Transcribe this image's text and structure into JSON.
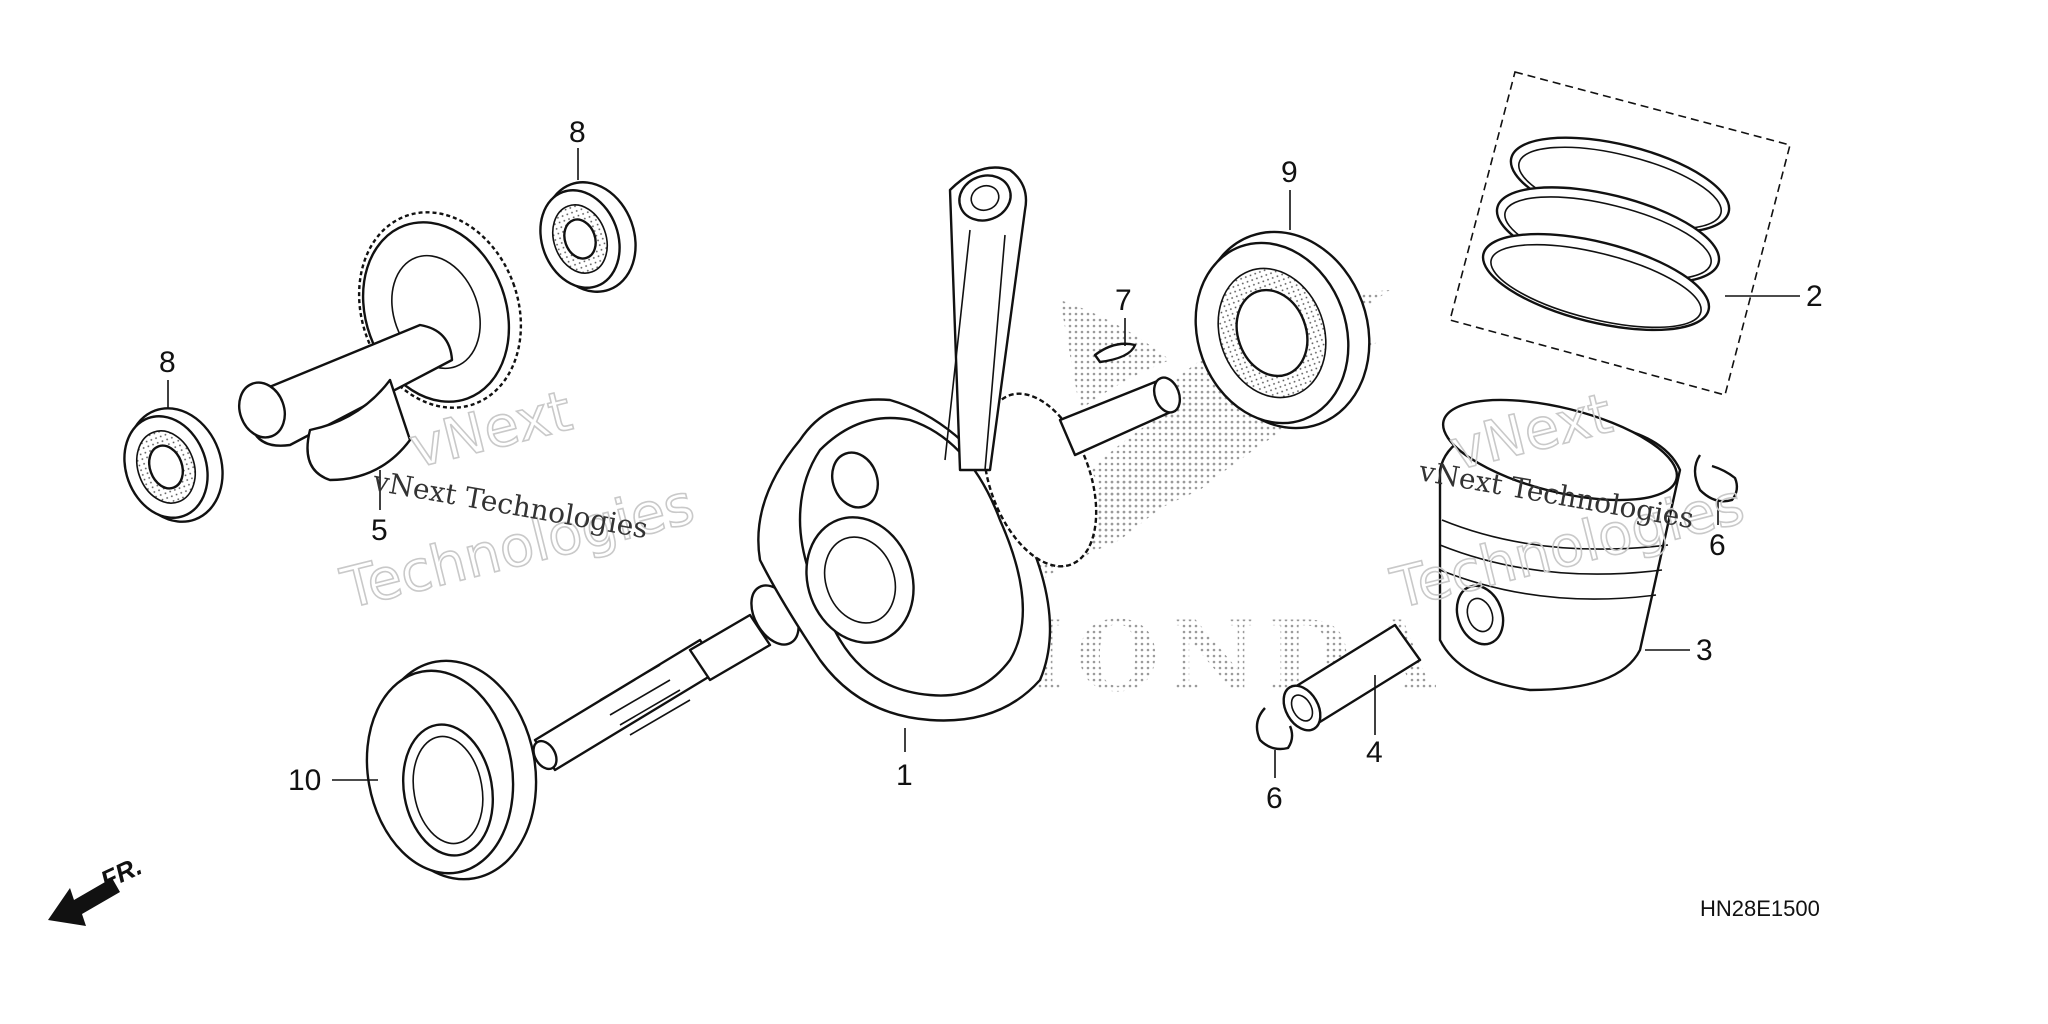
{
  "diagram": {
    "code": "HN28E1500",
    "direction_label": "FR.",
    "callouts": {
      "c1": "1",
      "c2": "2",
      "c3": "3",
      "c4": "4",
      "c5": "5",
      "c6a": "6",
      "c6b": "6",
      "c7": "7",
      "c8a": "8",
      "c8b": "8",
      "c9": "9",
      "c10": "10"
    },
    "watermark": {
      "brand": "HONDA",
      "line1": "vNext",
      "line2": "Technologies",
      "caption": "vNext Technologies"
    }
  }
}
